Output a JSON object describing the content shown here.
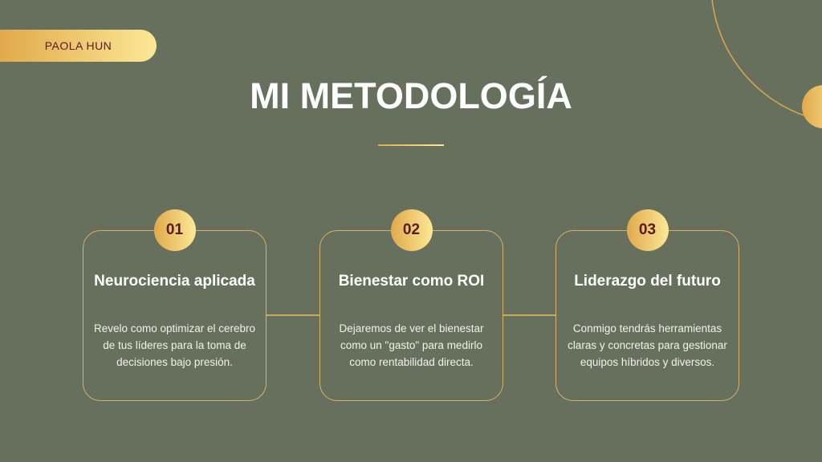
{
  "brand": "PAOLA HUN",
  "title": "MI METODOLOGÍA",
  "colors": {
    "background": "#67705c",
    "gold_start": "#e1a94b",
    "gold_end": "#fbe897",
    "number_text": "#5a1a1a"
  },
  "steps": [
    {
      "number": "01",
      "title": "Neurociencia aplicada",
      "description": "Revelo como optimizar el cerebro de tus líderes para la toma de decisiones bajo presión."
    },
    {
      "number": "02",
      "title": "Bienestar como ROI",
      "description": "Dejaremos de ver el bienestar como un \"gasto\" para medirlo como rentabilidad directa."
    },
    {
      "number": "03",
      "title": "Liderazgo del futuro",
      "description": "Conmigo tendrás herramientas claras y concretas para gestionar equipos híbridos y diversos."
    }
  ]
}
